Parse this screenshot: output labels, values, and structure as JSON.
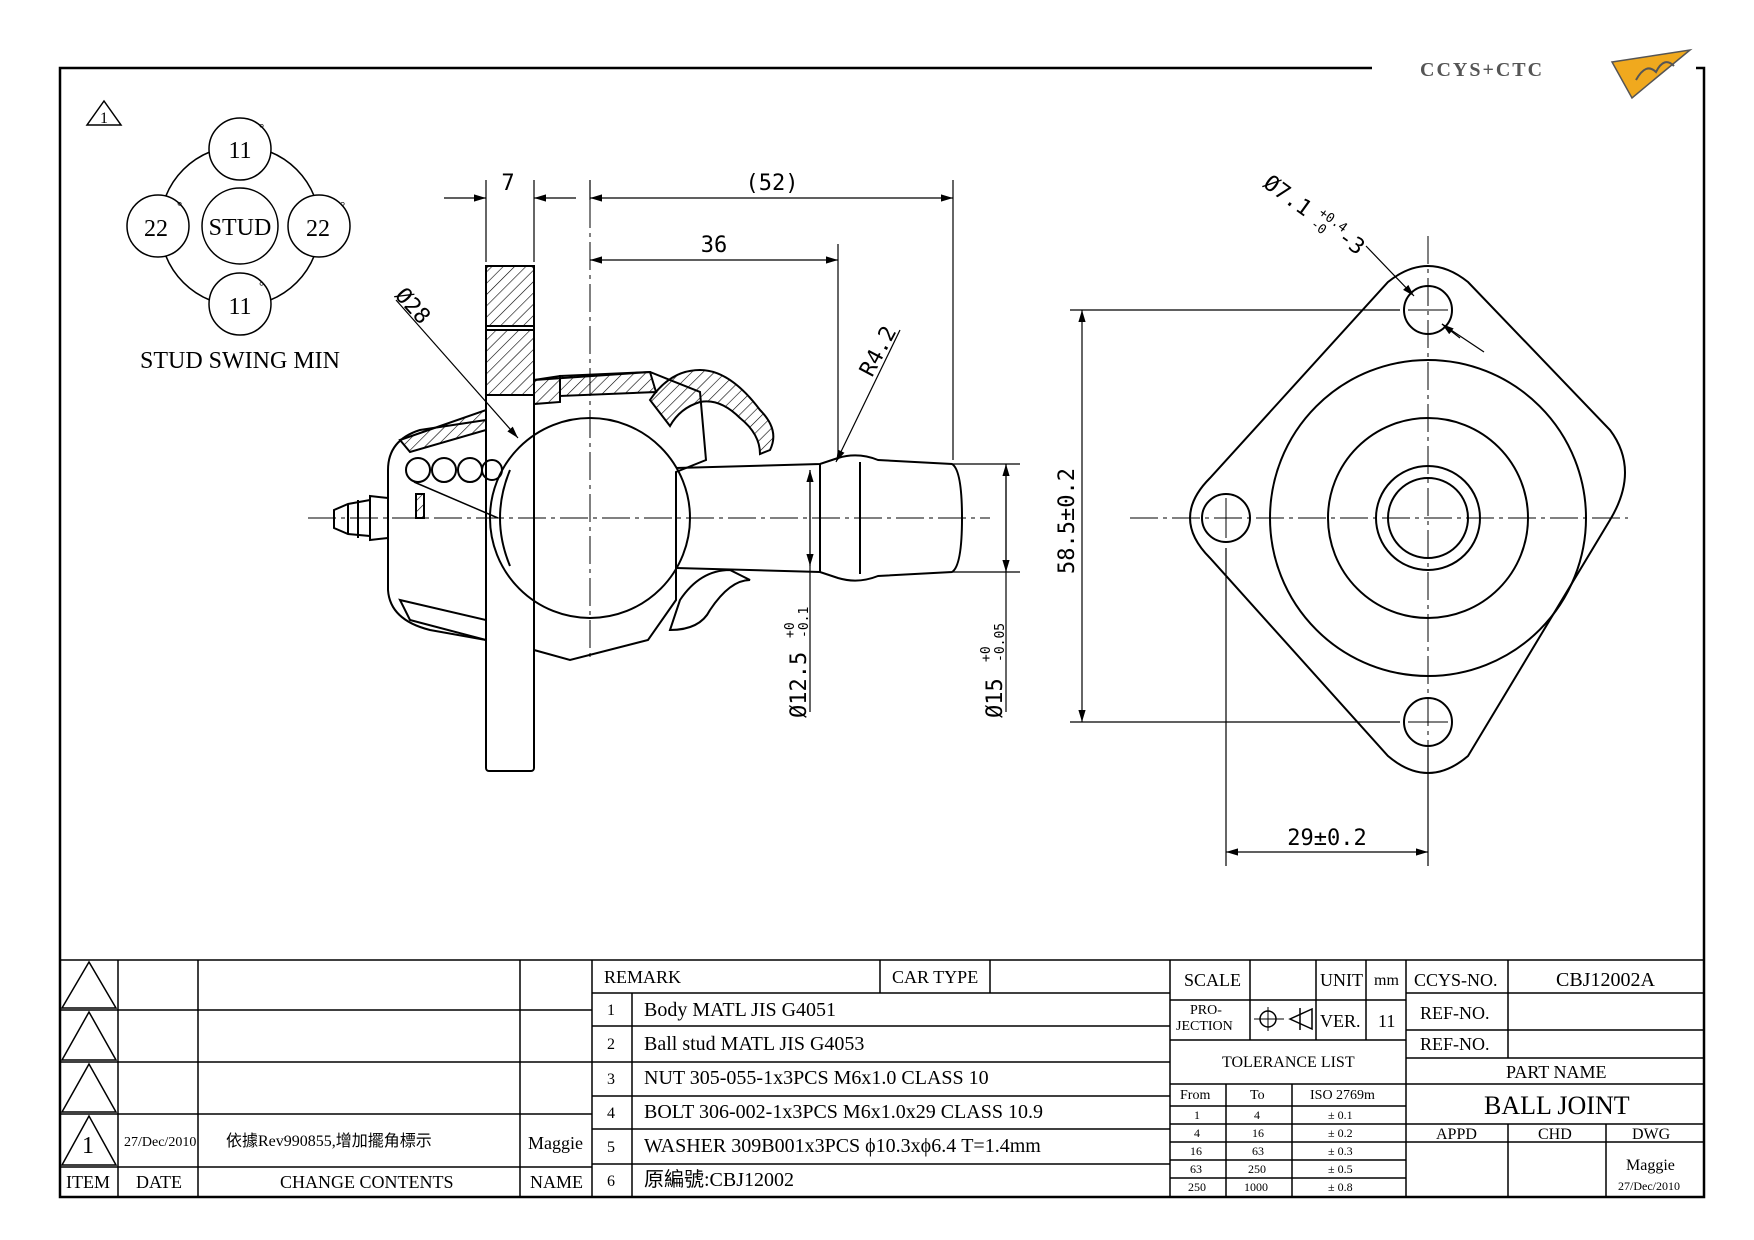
{
  "logo": {
    "text": "CCYS+CTC"
  },
  "revision_mark": "1",
  "swing_diagram": {
    "center": "STUD",
    "top": "11",
    "bottom": "11",
    "left": "22",
    "right": "22",
    "degree": "°",
    "caption": "STUD SWING MIN"
  },
  "dimensions": {
    "d7": "7",
    "d52": "(52)",
    "d36": "36",
    "r42": "R4.2",
    "phi28": "Ø28",
    "phi125": "Ø12.5",
    "phi125_tol_up": "+0",
    "phi125_tol_lo": "-0.1",
    "phi15": "Ø15",
    "phi15_tol_up": "+0",
    "phi15_tol_lo": "-0.05",
    "h585": "58.5±0.2",
    "w29": "29±0.2",
    "phi71": "Ø7.1",
    "phi71_tol_up": "+0.4",
    "phi71_tol_lo": "-0",
    "phi71_suffix": "-3"
  },
  "revision_table": {
    "rows": [
      {
        "item": "",
        "date": "",
        "content": "",
        "name": ""
      },
      {
        "item": "",
        "date": "",
        "content": "",
        "name": ""
      },
      {
        "item": "",
        "date": "",
        "content": "",
        "name": ""
      },
      {
        "item": "1",
        "date": "27/Dec/2010",
        "content": "依據Rev990855,增加擺角標示",
        "name": "Maggie"
      }
    ],
    "headers": {
      "item": "ITEM",
      "date": "DATE",
      "content": "CHANGE CONTENTS",
      "name": "NAME"
    }
  },
  "remarks": {
    "remark_label": "REMARK",
    "car_type_label": "CAR TYPE",
    "car_type": "",
    "items": [
      {
        "no": "1",
        "text": "Body MATL JIS G4051"
      },
      {
        "no": "2",
        "text": "Ball stud MATL JIS G4053"
      },
      {
        "no": "3",
        "text": "NUT 305-055-1x3PCS M6x1.0 CLASS 10"
      },
      {
        "no": "4",
        "text": "BOLT 306-002-1x3PCS M6x1.0x29 CLASS 10.9"
      },
      {
        "no": "5",
        "text": "WASHER 309B001x3PCS ϕ10.3xϕ6.4 T=1.4mm"
      },
      {
        "no": "6",
        "text": "原編號:CBJ12002"
      }
    ]
  },
  "info": {
    "scale_label": "SCALE",
    "scale": "",
    "unit_label": "UNIT",
    "unit": "mm",
    "projection_label_1": "PRO-",
    "projection_label_2": "JECTION",
    "ver_label": "VER.",
    "ver": "11",
    "tolerance_title": "TOLERANCE LIST",
    "tolerance_headers": {
      "from": "From",
      "to": "To",
      "std": "ISO 2769m"
    },
    "tolerance_rows": [
      {
        "from": "1",
        "to": "4",
        "tol": "± 0.1"
      },
      {
        "from": "4",
        "to": "16",
        "tol": "± 0.2"
      },
      {
        "from": "16",
        "to": "63",
        "tol": "± 0.3"
      },
      {
        "from": "63",
        "to": "250",
        "tol": "± 0.5"
      },
      {
        "from": "250",
        "to": "1000",
        "tol": "± 0.8"
      }
    ]
  },
  "title_block": {
    "ccys_no_label": "CCYS-NO.",
    "ccys_no": "CBJ12002A",
    "ref_no_label_1": "REF-NO.",
    "ref_no_1": "",
    "ref_no_label_2": "REF-NO.",
    "ref_no_2": "",
    "part_name_label": "PART NAME",
    "part_name": "BALL JOINT",
    "appd_label": "APPD",
    "chd_label": "CHD",
    "dwg_label": "DWG",
    "appd": "",
    "chd": "",
    "dwg_name": "Maggie",
    "dwg_date": "27/Dec/2010"
  }
}
